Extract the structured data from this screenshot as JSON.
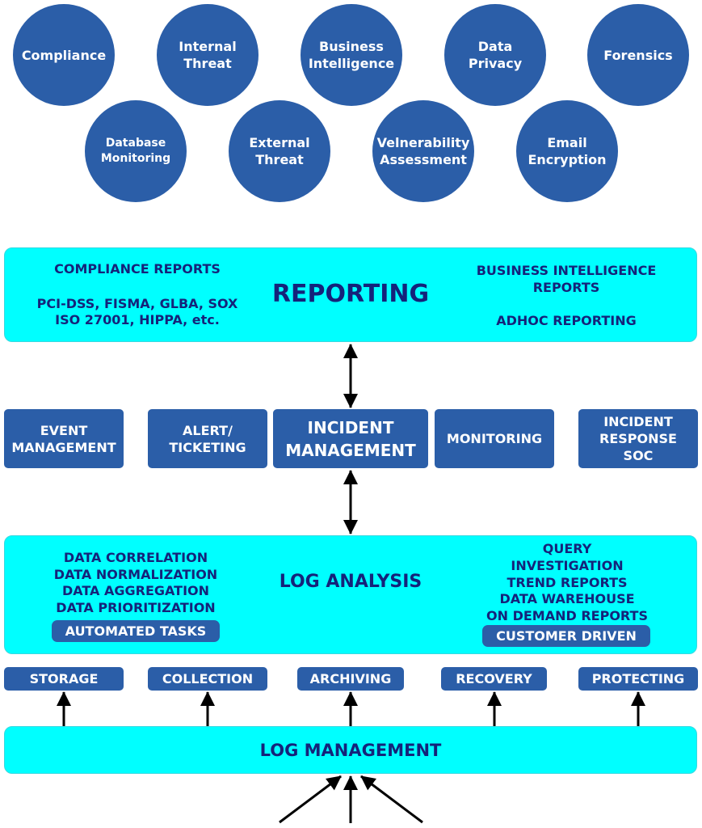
{
  "use_cases_row1": [
    "Compliance",
    "Internal\nThreat",
    "Business\nIntelligence",
    "Data\nPrivacy",
    "Forensics"
  ],
  "use_cases_row2": [
    "Database\nMonitoring",
    "External\nThreat",
    "Velnerability\nAssessment",
    "Email\nEncryption"
  ],
  "reporting": {
    "title": "REPORTING",
    "left_heading": "COMPLIANCE REPORTS",
    "left_detail": "PCI-DSS, FISMA, GLBA, SOX\nISO 27001, HIPPA, etc.",
    "right_heading": "BUSINESS INTELLIGENCE\nREPORTS",
    "right_detail": "ADHOC REPORTING"
  },
  "middle_boxes": {
    "event": "EVENT\nMANAGEMENT",
    "alert": "ALERT/\nTICKETING",
    "incident": "INCIDENT\nMANAGEMENT",
    "monitoring": "MONITORING",
    "response": "INCIDENT\nRESPONSE\nSOC"
  },
  "log_analysis": {
    "title": "LOG ANALYSIS",
    "left_items": "DATA CORRELATION\nDATA NORMALIZATION\nDATA AGGREGATION\nDATA PRIORITIZATION",
    "left_pill": "AUTOMATED TASKS",
    "right_items": "QUERY\nINVESTIGATION\nTREND REPORTS\nDATA WAREHOUSE\nON DEMAND REPORTS",
    "right_pill": "CUSTOMER DRIVEN"
  },
  "functions": [
    "STORAGE",
    "COLLECTION",
    "ARCHIVING",
    "RECOVERY",
    "PROTECTING"
  ],
  "log_management": {
    "title": "LOG MANAGEMENT"
  },
  "colors": {
    "circle": "#2b5ea8",
    "band": "#00ffff",
    "dark_text": "#15237a",
    "arrow": "#000000"
  }
}
